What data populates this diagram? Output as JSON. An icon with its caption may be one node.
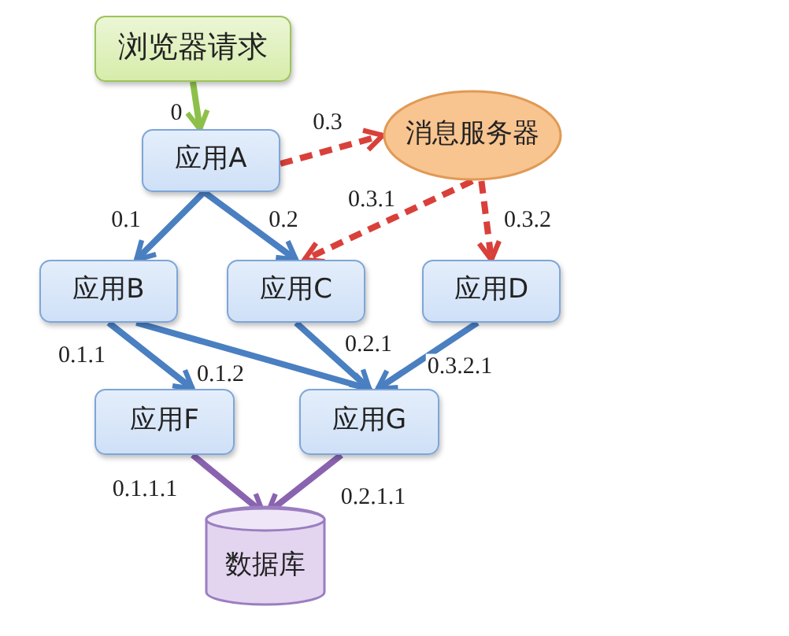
{
  "diagram": {
    "nodes": [
      {
        "text": [
          "浏览器请求"
        ]
      },
      {
        "text": [
          "应用A"
        ]
      },
      {
        "text": [
          "消息服务器"
        ]
      },
      {
        "text": [
          "应用B"
        ]
      },
      {
        "text": [
          "应用C"
        ]
      },
      {
        "text": [
          "应用D"
        ]
      },
      {
        "text": [
          "应用F"
        ]
      },
      {
        "text": [
          "应用G"
        ]
      },
      {
        "text": [
          "数据库"
        ]
      }
    ],
    "edges": [
      {
        "from": 0,
        "to": 1,
        "arrow": "to",
        "label": "0",
        "color": "#8dc04a"
      },
      {
        "from": 1,
        "to": 2,
        "arrow": "to",
        "label": "0.3",
        "style": "dashed",
        "color": "#d9403a"
      },
      {
        "from": 1,
        "to": 3,
        "arrow": "to",
        "label": "0.1"
      },
      {
        "from": 1,
        "to": 4,
        "arrow": "to",
        "label": "0.2"
      },
      {
        "from": 2,
        "to": 4,
        "arrow": "to",
        "label": "0.3.1",
        "style": "dashed",
        "color": "#d9403a"
      },
      {
        "from": 2,
        "to": 5,
        "arrow": "to",
        "label": "0.3.2",
        "style": "dashed",
        "color": "#d9403a"
      },
      {
        "from": 3,
        "to": 6,
        "arrow": "to",
        "label": "0.1.1"
      },
      {
        "from": 3,
        "to": 7,
        "arrow": "to",
        "label": "0.1.2"
      },
      {
        "from": 4,
        "to": 7,
        "arrow": "to",
        "label": "0.2.1"
      },
      {
        "from": 5,
        "to": 7,
        "arrow": "to",
        "label": "0.3.2.1"
      },
      {
        "from": 6,
        "to": 8,
        "arrow": "to",
        "label": "0.1.1.1",
        "color": "#8a63b0"
      },
      {
        "from": 7,
        "to": 8,
        "arrow": "to",
        "label": "0.2.1.1",
        "color": "#8a63b0"
      }
    ]
  }
}
